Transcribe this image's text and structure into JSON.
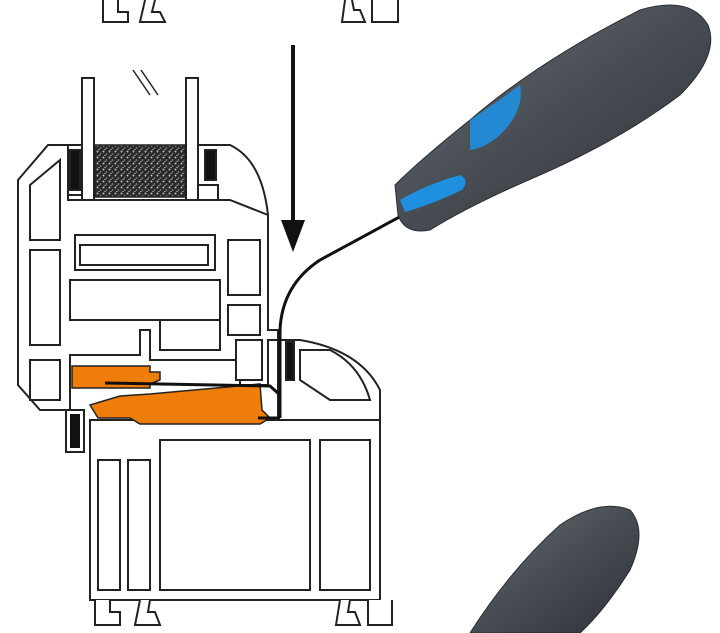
{
  "diagram": {
    "components": [
      {
        "id": "upper-frame-profile",
        "color": "#ffffff",
        "outline": "#222222"
      },
      {
        "id": "glazing-unit",
        "color": "#ffffff"
      },
      {
        "id": "glazing-bead"
      },
      {
        "id": "sash-profile"
      },
      {
        "id": "lower-frame-profile"
      },
      {
        "id": "hardware-lock-strip",
        "color": "#ef7d0a"
      },
      {
        "id": "drainage-gasket"
      },
      {
        "id": "installation-direction-arrow",
        "color": "#111111"
      },
      {
        "id": "key-tool",
        "color": "#4b5158",
        "accent": "#1f8fe0"
      },
      {
        "id": "key-tool-handle-bottom",
        "color": "#4b5158"
      }
    ],
    "background": "#ffffff"
  }
}
